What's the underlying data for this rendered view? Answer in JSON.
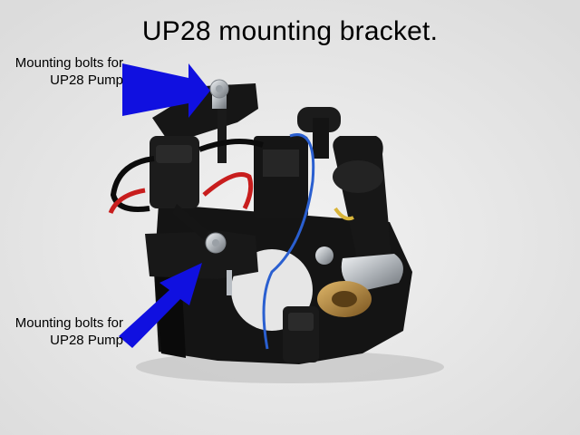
{
  "title": "UP28 mounting bracket.",
  "callouts": [
    {
      "line1": "Mounting bolts for",
      "line2": "UP28 Pump"
    },
    {
      "line1": "Mounting bolts for",
      "line2": "UP28 Pump"
    }
  ],
  "colors": {
    "background": "#e9e9e9",
    "bracket": "#111111",
    "arrow": "#1010e0",
    "wire_red": "#c81d1d",
    "wire_blue": "#2a5fd0",
    "bolt": "#cfd3d8",
    "brass": "#b88a3a"
  }
}
